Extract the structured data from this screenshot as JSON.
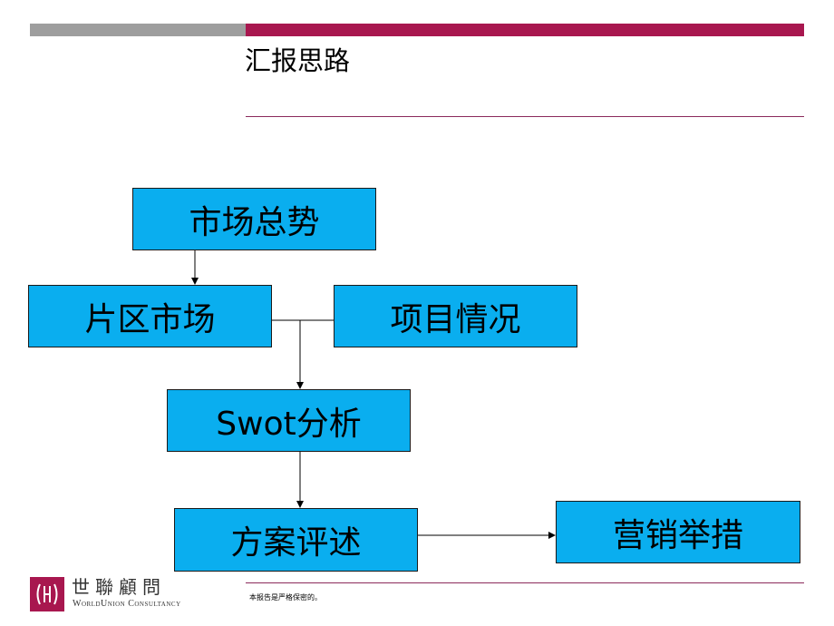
{
  "header": {
    "title": "汇报思路"
  },
  "colors": {
    "accent": "#a8174f",
    "box_fill": "#0aaeef",
    "gray_bar": "#9e9e9e"
  },
  "diagram": {
    "nodes": {
      "market": "市场总势",
      "area": "片区市场",
      "project": "项目情况",
      "swot": "Swot分析",
      "plan": "方案评述",
      "sales": "营销举措"
    }
  },
  "footer": {
    "logo_cn": "世聯顧問",
    "logo_en": "WorldUnion Consultancy",
    "note": "本报告是严格保密的。"
  }
}
